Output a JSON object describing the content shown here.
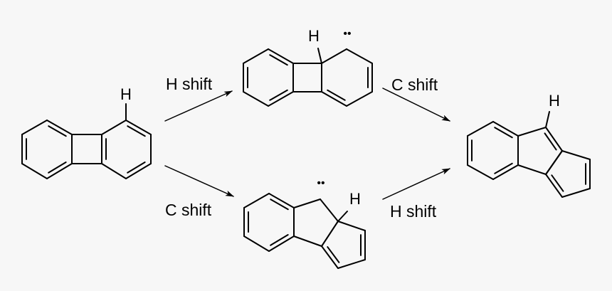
{
  "molecules": [
    {
      "atom_labels": [
        "H"
      ]
    },
    {
      "atom_labels": [
        "H"
      ],
      "lone_pair": "••"
    },
    {
      "atom_labels": [
        "H"
      ],
      "lone_pair": "••"
    },
    {
      "atom_labels": [
        "H"
      ]
    }
  ],
  "arrows": [
    {
      "label": "H shift"
    },
    {
      "label": "C shift"
    },
    {
      "label": "C shift"
    },
    {
      "label": "H shift"
    }
  ],
  "colors": {
    "background": "#f7f7f7",
    "ink": "#000000"
  }
}
